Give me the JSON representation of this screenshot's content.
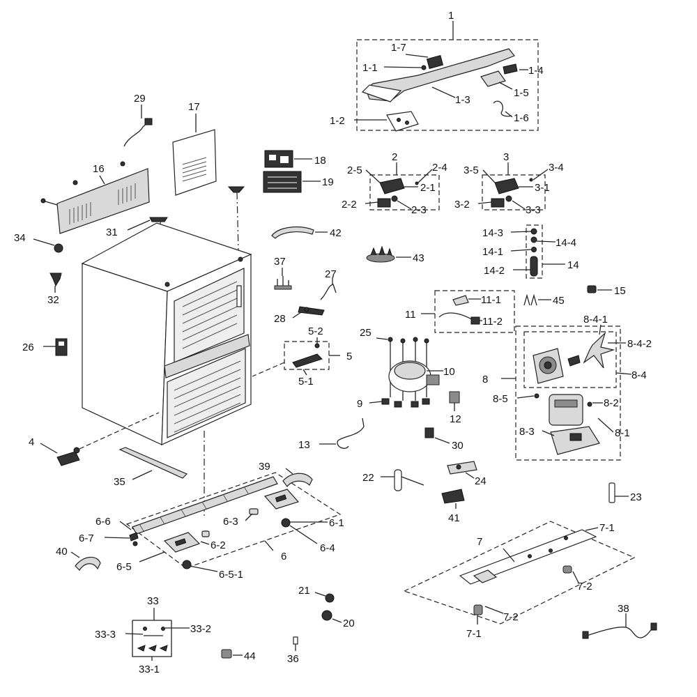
{
  "labels": {
    "l1": "1",
    "l1_7": "1-7",
    "l1_1": "1-1",
    "l1_4": "1-4",
    "l1_5": "1-5",
    "l1_3": "1-3",
    "l1_2": "1-2",
    "l1_6": "1-6",
    "l29": "29",
    "l17": "17",
    "l18": "18",
    "l19": "19",
    "l16": "16",
    "l2": "2",
    "l2_5": "2-5",
    "l2_4": "2-4",
    "l2_1": "2-1",
    "l2_2": "2-2",
    "l2_3": "2-3",
    "l3": "3",
    "l3_5": "3-5",
    "l3_4": "3-4",
    "l3_1": "3-1",
    "l3_2": "3-2",
    "l3_3": "3-3",
    "l34": "34",
    "l31": "31",
    "l42": "42",
    "l43": "43",
    "l14_3": "14-3",
    "l14_4": "14-4",
    "l14_1": "14-1",
    "l14_2": "14-2",
    "l14": "14",
    "l32": "32",
    "l37": "37",
    "l27": "27",
    "l15": "15",
    "l45": "45",
    "l11_1": "11-1",
    "l11": "11",
    "l11_2": "11-2",
    "l28": "28",
    "l26": "26",
    "l25": "25",
    "l5_2": "5-2",
    "l5": "5",
    "l5_1": "5-1",
    "l10": "10",
    "l8_4_1": "8-4-1",
    "l8_4_2": "8-4-2",
    "l8": "8",
    "l8_4": "8-4",
    "l9": "9",
    "l12": "12",
    "l8_5": "8-5",
    "l8_2": "8-2",
    "l8_3": "8-3",
    "l8_1": "8-1",
    "l4": "4",
    "l13": "13",
    "l30": "30",
    "l35": "35",
    "l39": "39",
    "l22": "22",
    "l24": "24",
    "l23": "23",
    "l41": "41",
    "l6_6": "6-6",
    "l6_3": "6-3",
    "l6_1": "6-1",
    "l6_7": "6-7",
    "l6_2": "6-2",
    "l6_4": "6-4",
    "l40": "40",
    "l6": "6",
    "l6_5": "6-5",
    "l6_5_1": "6-5-1",
    "l7_1a": "7-1",
    "l7": "7",
    "l7_2a": "7-2",
    "l7_2b": "7-2",
    "l7_1b": "7-1",
    "l21": "21",
    "l20": "20",
    "l33": "33",
    "l33_3": "33-3",
    "l33_2": "33-2",
    "l33_1": "33-1",
    "l44": "44",
    "l36": "36",
    "l38": "38"
  }
}
